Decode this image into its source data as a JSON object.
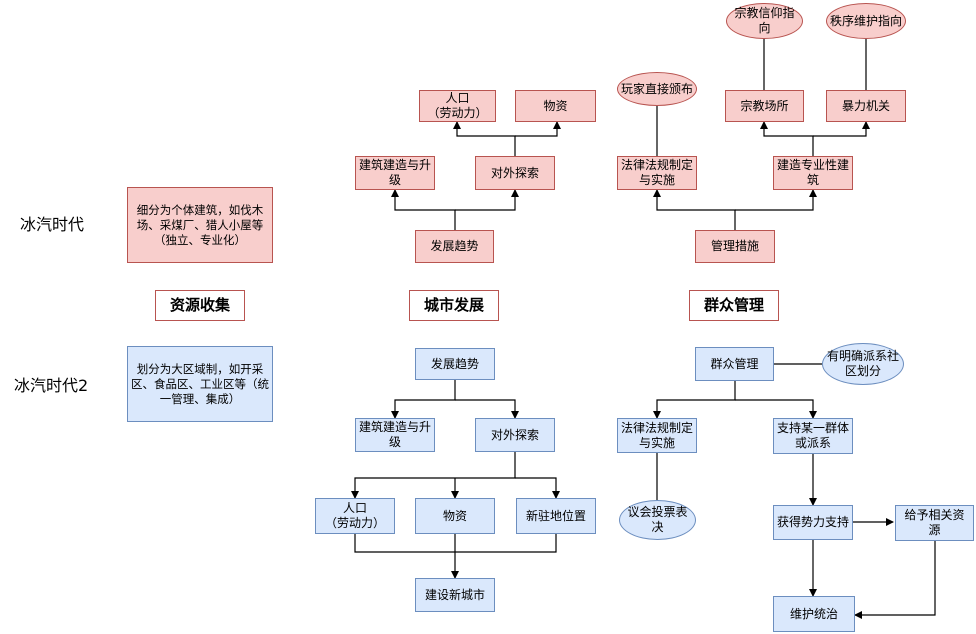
{
  "eras": {
    "era1": "冰汽时代",
    "era2": "冰汽时代2"
  },
  "headers": {
    "resources": "资源收集",
    "city": "城市发展",
    "crowd": "群众管理"
  },
  "top": {
    "resource_desc": "细分为个体建筑，如伐木场、采煤厂、猎人小屋等（独立、专业化）",
    "dev_trend": "发展趋势",
    "build_upgrade": "建筑建造与升级",
    "explore": "对外探索",
    "population": "人口\n（劳动力）",
    "material": "物资",
    "mgmt_measures": "管理措施",
    "law": "法律法规制定与实施",
    "special_building": "建造专业性建筑",
    "player_decree": "玩家直接颁布",
    "religious_site": "宗教场所",
    "violence": "暴力机关",
    "religious_guide": "宗教信仰指向",
    "order_guide": "秩序维护指向"
  },
  "bottom": {
    "resource_desc": "划分为大区域制，如开采区、食品区、工业区等（统一管理、集成）",
    "dev_trend": "发展趋势",
    "build_upgrade": "建筑建造与升级",
    "explore": "对外探索",
    "population": "人口\n（劳动力）",
    "material": "物资",
    "new_outpost": "新驻地位置",
    "new_city": "建设新城市",
    "crowd_mgmt": "群众管理",
    "clear_factions": "有明确派系社区划分",
    "law": "法律法规制定与实施",
    "support_group": "支持某一群体或派系",
    "council_vote": "议会投票表决",
    "gain_support": "获得势力支持",
    "grant_resources": "给予相关资源",
    "maintain_rule": "维护统治"
  }
}
